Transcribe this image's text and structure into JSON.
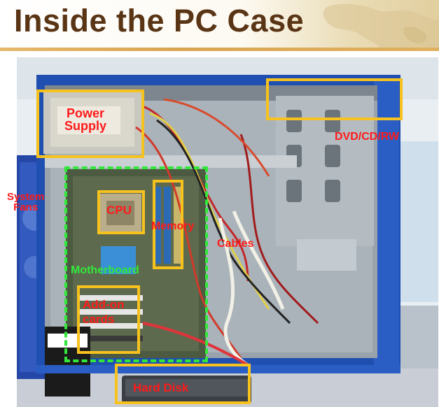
{
  "slide": {
    "title": "Inside the PC Case"
  },
  "photo": {
    "subject": "open-pc-case-photo"
  },
  "labels": {
    "power_supply_line1": "Power",
    "power_supply_line2": "Supply",
    "dvd": "DVD/CD/RW",
    "system_fans_line1": "System",
    "system_fans_line2": "Fans",
    "cpu": "CPU",
    "memory": "Memory",
    "cables": "Cables",
    "motherboard": "Motherboard",
    "addon_line1": "Add-on",
    "addon_line2": "cards",
    "hard_disk": "Hard Disk"
  },
  "colors": {
    "title": "#5a3515",
    "label_text": "#ff1a1a",
    "highlight_box": "#f7c21e",
    "motherboard_outline": "#31e83a",
    "case_blue": "#1f4fb0"
  }
}
